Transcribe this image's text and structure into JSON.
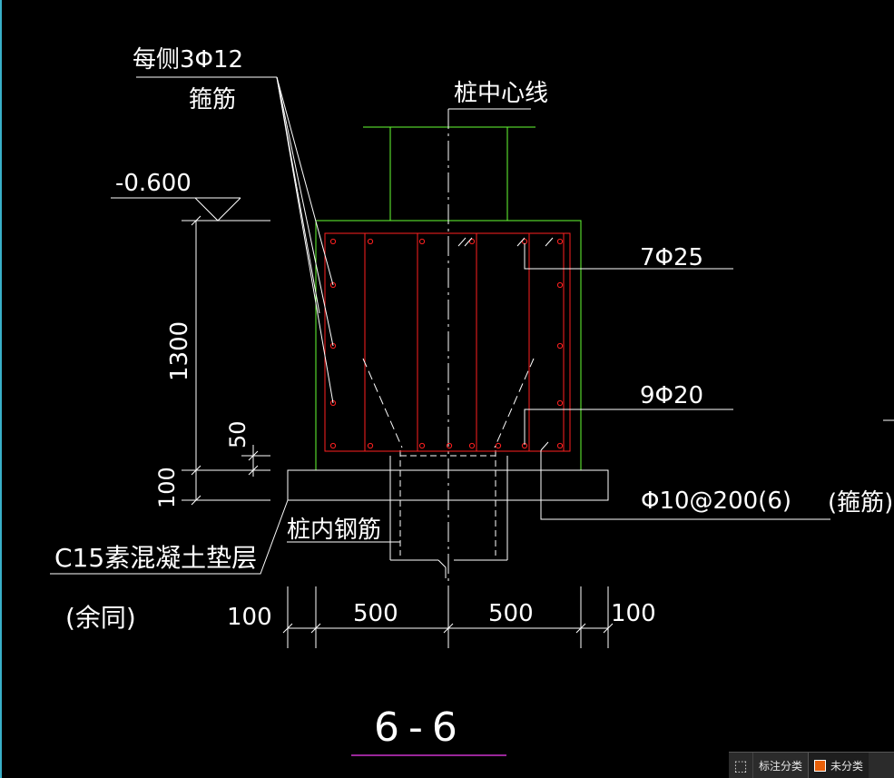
{
  "drawing": {
    "rebar_side": "每侧3Φ12",
    "rebar_side_type": "箍筋",
    "pile_center_line": "桩中心线",
    "elevation": "-0.600",
    "dim_height": "1300",
    "dim_50": "50",
    "dim_100_v": "100",
    "rebar_top": "7Φ25",
    "rebar_bottom": "9Φ20",
    "stirrup_spec": "Φ10@200(6)",
    "stirrup_label": "(箍筋)",
    "pile_rebar": "桩内钢筋",
    "cushion_layer": "C15素混凝土垫层",
    "cushion_note": "(余同)",
    "dim_h_100_left": "100",
    "dim_h_500_left": "500",
    "dim_h_500_right": "500",
    "dim_h_100_right": "100",
    "section_title": "6-6"
  },
  "status_bar": {
    "icon": "grid-icon",
    "label": "标注分类",
    "category": "未分类",
    "category_color": "#e8600a"
  },
  "colors": {
    "background": "#000000",
    "concrete_outline": "#66ff33",
    "rebar": "#ff2020",
    "lines": "#ffffff",
    "title_underline": "#cc33cc"
  }
}
